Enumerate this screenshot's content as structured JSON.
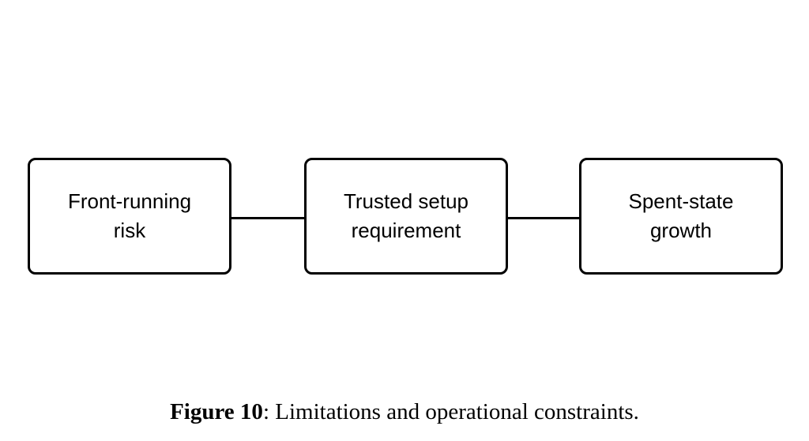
{
  "figure": {
    "background_color": "#ffffff",
    "stroke_color": "#000000",
    "caption": {
      "label": "Figure 10",
      "separator": ":",
      "text": " Limitations and operational constraints."
    }
  },
  "diagram": {
    "type": "flowchart",
    "orientation": "horizontal",
    "connector_style": "plain-line",
    "nodes": [
      {
        "id": "front-running-risk",
        "label": "Front-running\nrisk",
        "line1": "Front-running",
        "line2": "risk"
      },
      {
        "id": "trusted-setup-requirement",
        "label": "Trusted setup\nrequirement",
        "line1": "Trusted setup",
        "line2": "requirement"
      },
      {
        "id": "spent-state-growth",
        "label": "Spent-state\ngrowth",
        "line1": "Spent-state",
        "line2": "growth"
      }
    ],
    "connectors": [
      {
        "id": "connector-1",
        "from": "front-running-risk",
        "to": "trusted-setup-requirement"
      },
      {
        "id": "connector-2",
        "from": "trusted-setup-requirement",
        "to": "spent-state-growth"
      }
    ]
  }
}
